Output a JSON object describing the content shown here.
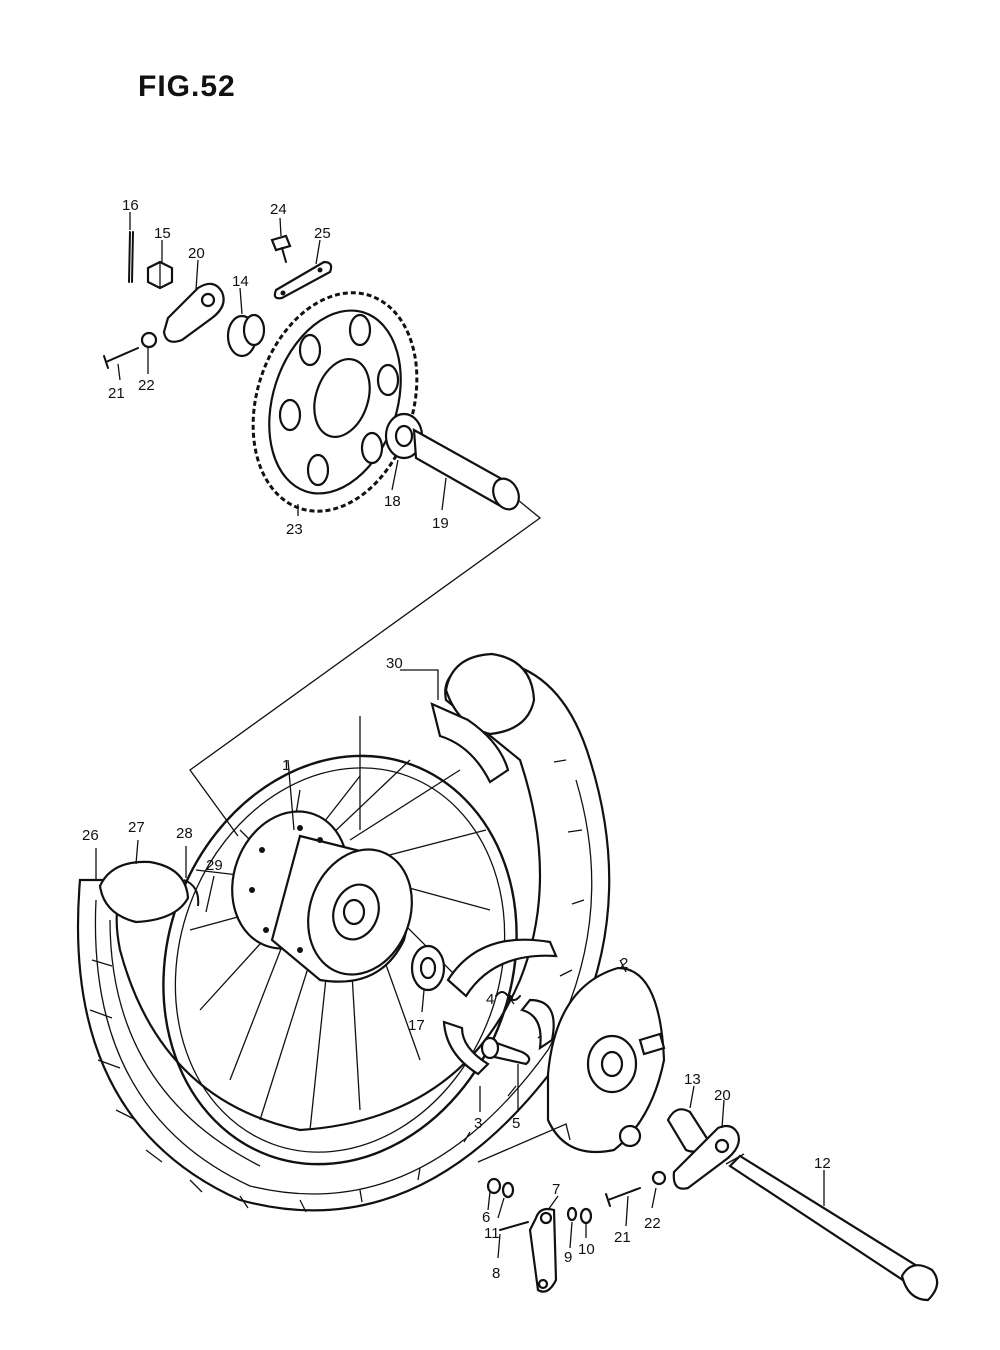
{
  "figure": {
    "title": "FIG.52"
  },
  "callouts": [
    {
      "id": "c16",
      "text": "16"
    },
    {
      "id": "c15",
      "text": "15"
    },
    {
      "id": "c20a",
      "text": "20"
    },
    {
      "id": "c24",
      "text": "24"
    },
    {
      "id": "c25",
      "text": "25"
    },
    {
      "id": "c14",
      "text": "14"
    },
    {
      "id": "c21a",
      "text": "21"
    },
    {
      "id": "c22a",
      "text": "22"
    },
    {
      "id": "c23",
      "text": "23"
    },
    {
      "id": "c18",
      "text": "18"
    },
    {
      "id": "c19",
      "text": "19"
    },
    {
      "id": "c30",
      "text": "30"
    },
    {
      "id": "c1",
      "text": "1"
    },
    {
      "id": "c26",
      "text": "26"
    },
    {
      "id": "c27",
      "text": "27"
    },
    {
      "id": "c28",
      "text": "28"
    },
    {
      "id": "c29",
      "text": "29"
    },
    {
      "id": "c2",
      "text": "2"
    },
    {
      "id": "c4",
      "text": "4"
    },
    {
      "id": "c17",
      "text": "17"
    },
    {
      "id": "c3",
      "text": "3"
    },
    {
      "id": "c5",
      "text": "5"
    },
    {
      "id": "c13",
      "text": "13"
    },
    {
      "id": "c20b",
      "text": "20"
    },
    {
      "id": "c12",
      "text": "12"
    },
    {
      "id": "c6",
      "text": "6"
    },
    {
      "id": "c11",
      "text": "11"
    },
    {
      "id": "c7",
      "text": "7"
    },
    {
      "id": "c21b",
      "text": "21"
    },
    {
      "id": "c22b",
      "text": "22"
    },
    {
      "id": "c8",
      "text": "8"
    },
    {
      "id": "c9",
      "text": "9"
    },
    {
      "id": "c10",
      "text": "10"
    }
  ]
}
